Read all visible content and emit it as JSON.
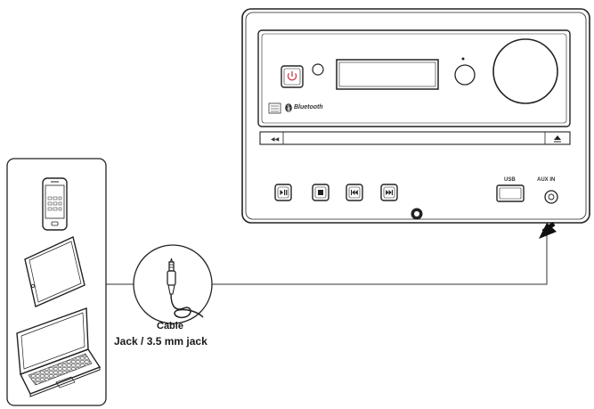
{
  "device": {
    "brand_logo_text": "Bluetooth",
    "usb_label": "USB",
    "aux_label": "AUX IN"
  },
  "cable": {
    "title": "Cable",
    "subtitle": "Jack / 3.5 mm jack"
  },
  "sources": [
    "smartphone",
    "tablet",
    "laptop"
  ]
}
